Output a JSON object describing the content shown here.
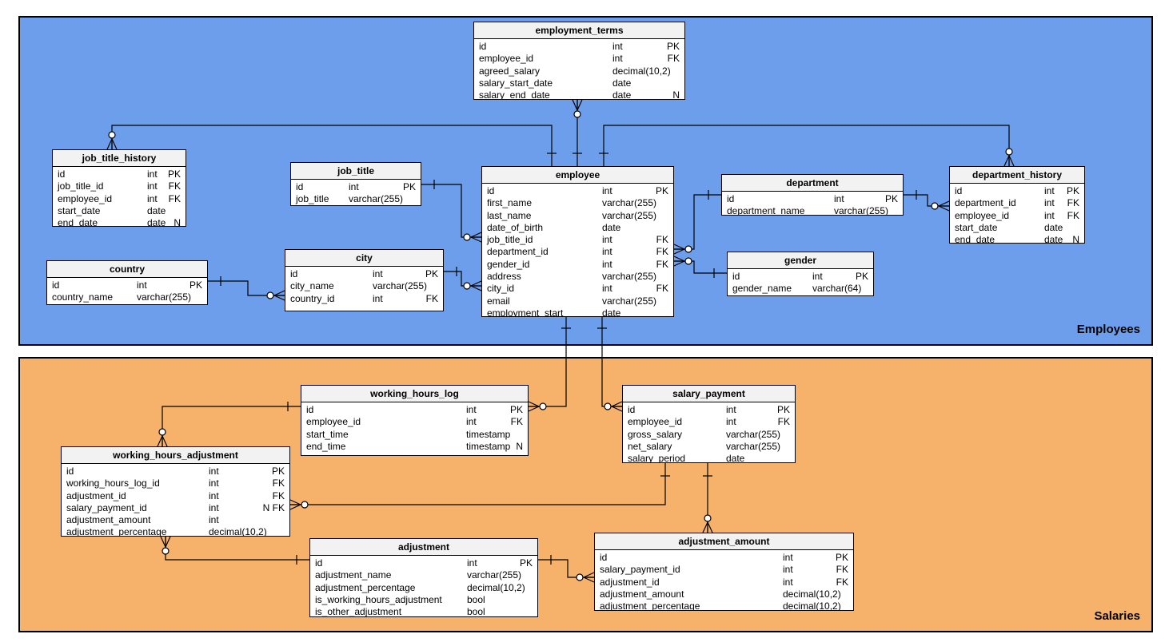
{
  "diagram": {
    "regions": [
      {
        "label": "Employees",
        "color": "#6D9EEB"
      },
      {
        "label": "Salaries",
        "color": "#F6B26B"
      }
    ],
    "tables": [
      {
        "name": "employment_terms",
        "region": "Employees",
        "columns": [
          {
            "field": "id",
            "type": "int",
            "key": "PK"
          },
          {
            "field": "employee_id",
            "type": "int",
            "key": "FK"
          },
          {
            "field": "agreed_salary",
            "type": "decimal(10,2)",
            "key": ""
          },
          {
            "field": "salary_start_date",
            "type": "date",
            "key": ""
          },
          {
            "field": "salary_end_date",
            "type": "date",
            "key": "N"
          }
        ]
      },
      {
        "name": "job_title_history",
        "region": "Employees",
        "columns": [
          {
            "field": "id",
            "type": "int",
            "key": "PK"
          },
          {
            "field": "job_title_id",
            "type": "int",
            "key": "FK"
          },
          {
            "field": "employee_id",
            "type": "int",
            "key": "FK"
          },
          {
            "field": "start_date",
            "type": "date",
            "key": ""
          },
          {
            "field": "end_date",
            "type": "date",
            "key": "N"
          }
        ]
      },
      {
        "name": "job_title",
        "region": "Employees",
        "columns": [
          {
            "field": "id",
            "type": "int",
            "key": "PK"
          },
          {
            "field": "job_title",
            "type": "varchar(255)",
            "key": ""
          }
        ]
      },
      {
        "name": "employee",
        "region": "Employees",
        "columns": [
          {
            "field": "id",
            "type": "int",
            "key": "PK"
          },
          {
            "field": "first_name",
            "type": "varchar(255)",
            "key": ""
          },
          {
            "field": "last_name",
            "type": "varchar(255)",
            "key": ""
          },
          {
            "field": "date_of_birth",
            "type": "date",
            "key": ""
          },
          {
            "field": "job_title_id",
            "type": "int",
            "key": "FK"
          },
          {
            "field": "department_id",
            "type": "int",
            "key": "FK"
          },
          {
            "field": "gender_id",
            "type": "int",
            "key": "FK"
          },
          {
            "field": "address",
            "type": "varchar(255)",
            "key": ""
          },
          {
            "field": "city_id",
            "type": "int",
            "key": "FK"
          },
          {
            "field": "email",
            "type": "varchar(255)",
            "key": ""
          },
          {
            "field": "employment_start",
            "type": "date",
            "key": ""
          }
        ]
      },
      {
        "name": "department",
        "region": "Employees",
        "columns": [
          {
            "field": "id",
            "type": "int",
            "key": "PK"
          },
          {
            "field": "department_name",
            "type": "varchar(255)",
            "key": ""
          }
        ]
      },
      {
        "name": "department_history",
        "region": "Employees",
        "columns": [
          {
            "field": "id",
            "type": "int",
            "key": "PK"
          },
          {
            "field": "department_id",
            "type": "int",
            "key": "FK"
          },
          {
            "field": "employee_id",
            "type": "int",
            "key": "FK"
          },
          {
            "field": "start_date",
            "type": "date",
            "key": ""
          },
          {
            "field": "end_date",
            "type": "date",
            "key": "N"
          }
        ]
      },
      {
        "name": "country",
        "region": "Employees",
        "columns": [
          {
            "field": "id",
            "type": "int",
            "key": "PK"
          },
          {
            "field": "country_name",
            "type": "varchar(255)",
            "key": ""
          }
        ]
      },
      {
        "name": "city",
        "region": "Employees",
        "columns": [
          {
            "field": "id",
            "type": "int",
            "key": "PK"
          },
          {
            "field": "city_name",
            "type": "varchar(255)",
            "key": ""
          },
          {
            "field": "country_id",
            "type": "int",
            "key": "FK"
          }
        ]
      },
      {
        "name": "gender",
        "region": "Employees",
        "columns": [
          {
            "field": "id",
            "type": "int",
            "key": "PK"
          },
          {
            "field": "gender_name",
            "type": "varchar(64)",
            "key": ""
          }
        ]
      },
      {
        "name": "working_hours_log",
        "region": "Salaries",
        "columns": [
          {
            "field": "id",
            "type": "int",
            "key": "PK"
          },
          {
            "field": "employee_id",
            "type": "int",
            "key": "FK"
          },
          {
            "field": "start_time",
            "type": "timestamp",
            "key": ""
          },
          {
            "field": "end_time",
            "type": "timestamp",
            "key": "N"
          }
        ]
      },
      {
        "name": "salary_payment",
        "region": "Salaries",
        "columns": [
          {
            "field": "id",
            "type": "int",
            "key": "PK"
          },
          {
            "field": "employee_id",
            "type": "int",
            "key": "FK"
          },
          {
            "field": "gross_salary",
            "type": "varchar(255)",
            "key": ""
          },
          {
            "field": "net_salary",
            "type": "varchar(255)",
            "key": ""
          },
          {
            "field": "salary_period",
            "type": "date",
            "key": ""
          }
        ]
      },
      {
        "name": "working_hours_adjustment",
        "region": "Salaries",
        "columns": [
          {
            "field": "id",
            "type": "int",
            "key": "PK"
          },
          {
            "field": "working_hours_log_id",
            "type": "int",
            "key": "FK"
          },
          {
            "field": "adjustment_id",
            "type": "int",
            "key": "FK"
          },
          {
            "field": "salary_payment_id",
            "type": "int",
            "key": "N FK"
          },
          {
            "field": "adjustment_amount",
            "type": "int",
            "key": ""
          },
          {
            "field": "adjustment_percentage",
            "type": "decimal(10,2)",
            "key": ""
          }
        ]
      },
      {
        "name": "adjustment",
        "region": "Salaries",
        "columns": [
          {
            "field": "id",
            "type": "int",
            "key": "PK"
          },
          {
            "field": "adjustment_name",
            "type": "varchar(255)",
            "key": ""
          },
          {
            "field": "adjustment_percentage",
            "type": "decimal(10,2)",
            "key": ""
          },
          {
            "field": "is_working_hours_adjustment",
            "type": "bool",
            "key": ""
          },
          {
            "field": "is_other_adjustment",
            "type": "bool",
            "key": ""
          }
        ]
      },
      {
        "name": "adjustment_amount",
        "region": "Salaries",
        "columns": [
          {
            "field": "id",
            "type": "int",
            "key": "PK"
          },
          {
            "field": "salary_payment_id",
            "type": "int",
            "key": "FK"
          },
          {
            "field": "adjustment_id",
            "type": "int",
            "key": "FK"
          },
          {
            "field": "adjustment_amount",
            "type": "decimal(10,2)",
            "key": ""
          },
          {
            "field": "adjustment_percentage",
            "type": "decimal(10,2)",
            "key": ""
          }
        ]
      }
    ],
    "relationships": [
      {
        "from": "job_title_history",
        "to": "employee",
        "from_cardinality": "zero-or-many",
        "to_cardinality": "one"
      },
      {
        "from": "employment_terms",
        "to": "employee",
        "from_cardinality": "zero-or-many",
        "to_cardinality": "one"
      },
      {
        "from": "department_history",
        "to": "employee",
        "from_cardinality": "zero-or-many",
        "to_cardinality": "one"
      },
      {
        "from": "employee",
        "to": "job_title",
        "from_cardinality": "zero-or-many",
        "to_cardinality": "one"
      },
      {
        "from": "employee",
        "to": "city",
        "from_cardinality": "zero-or-many",
        "to_cardinality": "one"
      },
      {
        "from": "city",
        "to": "country",
        "from_cardinality": "zero-or-many",
        "to_cardinality": "one"
      },
      {
        "from": "employee",
        "to": "department",
        "from_cardinality": "zero-or-many",
        "to_cardinality": "one"
      },
      {
        "from": "employee",
        "to": "gender",
        "from_cardinality": "zero-or-many",
        "to_cardinality": "one"
      },
      {
        "from": "department_history",
        "to": "department",
        "from_cardinality": "zero-or-many",
        "to_cardinality": "one"
      },
      {
        "from": "working_hours_log",
        "to": "employee",
        "from_cardinality": "zero-or-many",
        "to_cardinality": "one"
      },
      {
        "from": "salary_payment",
        "to": "employee",
        "from_cardinality": "zero-or-many",
        "to_cardinality": "one"
      },
      {
        "from": "working_hours_adjustment",
        "to": "working_hours_log",
        "from_cardinality": "zero-or-many",
        "to_cardinality": "one"
      },
      {
        "from": "working_hours_adjustment",
        "to": "salary_payment",
        "from_cardinality": "zero-or-many",
        "to_cardinality": "one"
      },
      {
        "from": "adjustment_amount",
        "to": "salary_payment",
        "from_cardinality": "zero-or-many",
        "to_cardinality": "one"
      },
      {
        "from": "working_hours_adjustment",
        "to": "adjustment",
        "from_cardinality": "zero-or-many",
        "to_cardinality": "one"
      },
      {
        "from": "adjustment_amount",
        "to": "adjustment",
        "from_cardinality": "zero-or-many",
        "to_cardinality": "one"
      }
    ]
  }
}
